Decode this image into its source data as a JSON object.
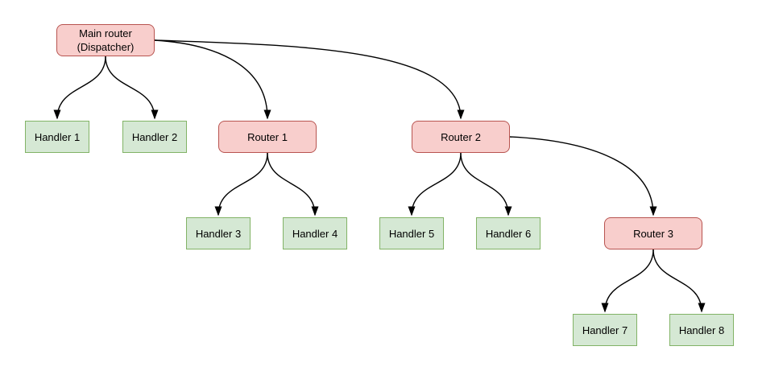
{
  "diagram": {
    "nodes": {
      "main": {
        "label": "Main router\n(Dispatcher)",
        "type": "router"
      },
      "h1": {
        "label": "Handler 1",
        "type": "handler"
      },
      "h2": {
        "label": "Handler 2",
        "type": "handler"
      },
      "r1": {
        "label": "Router 1",
        "type": "router"
      },
      "r2": {
        "label": "Router 2",
        "type": "router"
      },
      "h3": {
        "label": "Handler 3",
        "type": "handler"
      },
      "h4": {
        "label": "Handler 4",
        "type": "handler"
      },
      "h5": {
        "label": "Handler 5",
        "type": "handler"
      },
      "h6": {
        "label": "Handler 6",
        "type": "handler"
      },
      "r3": {
        "label": "Router 3",
        "type": "router"
      },
      "h7": {
        "label": "Handler 7",
        "type": "handler"
      },
      "h8": {
        "label": "Handler 8",
        "type": "handler"
      }
    },
    "edges": [
      {
        "from": "Main router (Dispatcher)",
        "to": "Handler 1"
      },
      {
        "from": "Main router (Dispatcher)",
        "to": "Handler 2"
      },
      {
        "from": "Main router (Dispatcher)",
        "to": "Router 1"
      },
      {
        "from": "Main router (Dispatcher)",
        "to": "Router 2"
      },
      {
        "from": "Router 1",
        "to": "Handler 3"
      },
      {
        "from": "Router 1",
        "to": "Handler 4"
      },
      {
        "from": "Router 2",
        "to": "Handler 5"
      },
      {
        "from": "Router 2",
        "to": "Handler 6"
      },
      {
        "from": "Router 2",
        "to": "Router 3"
      },
      {
        "from": "Router 3",
        "to": "Handler 7"
      },
      {
        "from": "Router 3",
        "to": "Handler 8"
      }
    ],
    "colors": {
      "background": "#ffffff",
      "router_fill": "#f8cecc",
      "router_border": "#b85450",
      "handler_fill": "#d5e8d4",
      "handler_border": "#82b366",
      "edge": "#000000"
    }
  }
}
